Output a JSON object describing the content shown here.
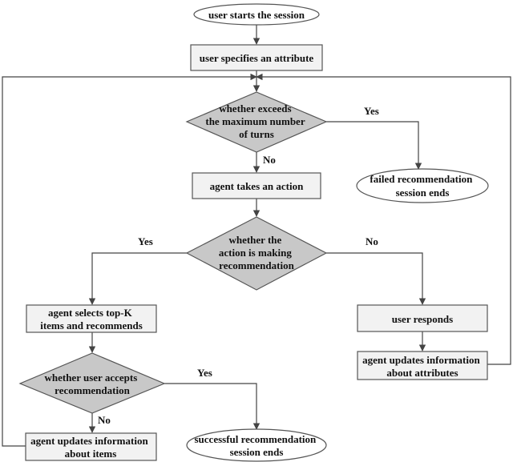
{
  "diagram": {
    "nodes": {
      "start": {
        "lines": [
          "user starts the session"
        ],
        "shape": "ellipse"
      },
      "specify": {
        "lines": [
          "user specifies an attribute"
        ],
        "shape": "rect"
      },
      "max_turns": {
        "lines": [
          "whether exceeds",
          "the maximum number",
          "of turns"
        ],
        "shape": "diamond"
      },
      "failed": {
        "lines": [
          "failed recommendation",
          "session ends"
        ],
        "shape": "ellipse"
      },
      "agent_action": {
        "lines": [
          "agent takes an action"
        ],
        "shape": "rect"
      },
      "is_recommend": {
        "lines": [
          "whether the",
          "action is making",
          "recommendation"
        ],
        "shape": "diamond"
      },
      "select_topk": {
        "lines": [
          "agent selects top-K",
          "items and recommends"
        ],
        "shape": "rect"
      },
      "user_responds": {
        "lines": [
          "user responds"
        ],
        "shape": "rect"
      },
      "update_attributes": {
        "lines": [
          "agent updates information",
          "about attributes"
        ],
        "shape": "rect"
      },
      "accepts": {
        "lines": [
          "whether user accepts",
          "recommendation"
        ],
        "shape": "diamond"
      },
      "update_items": {
        "lines": [
          "agent updates information",
          "about items"
        ],
        "shape": "rect"
      },
      "success": {
        "lines": [
          "successful recommendation",
          "session ends"
        ],
        "shape": "ellipse"
      }
    },
    "edge_labels": {
      "max_turns_yes": "Yes",
      "max_turns_no": "No",
      "is_recommend_yes": "Yes",
      "is_recommend_no": "No",
      "accepts_yes": "Yes",
      "accepts_no": "No"
    },
    "colors": {
      "diamond_fill": "#c8c8c8",
      "rect_fill": "#f2f2f2",
      "stroke": "#555555"
    }
  }
}
